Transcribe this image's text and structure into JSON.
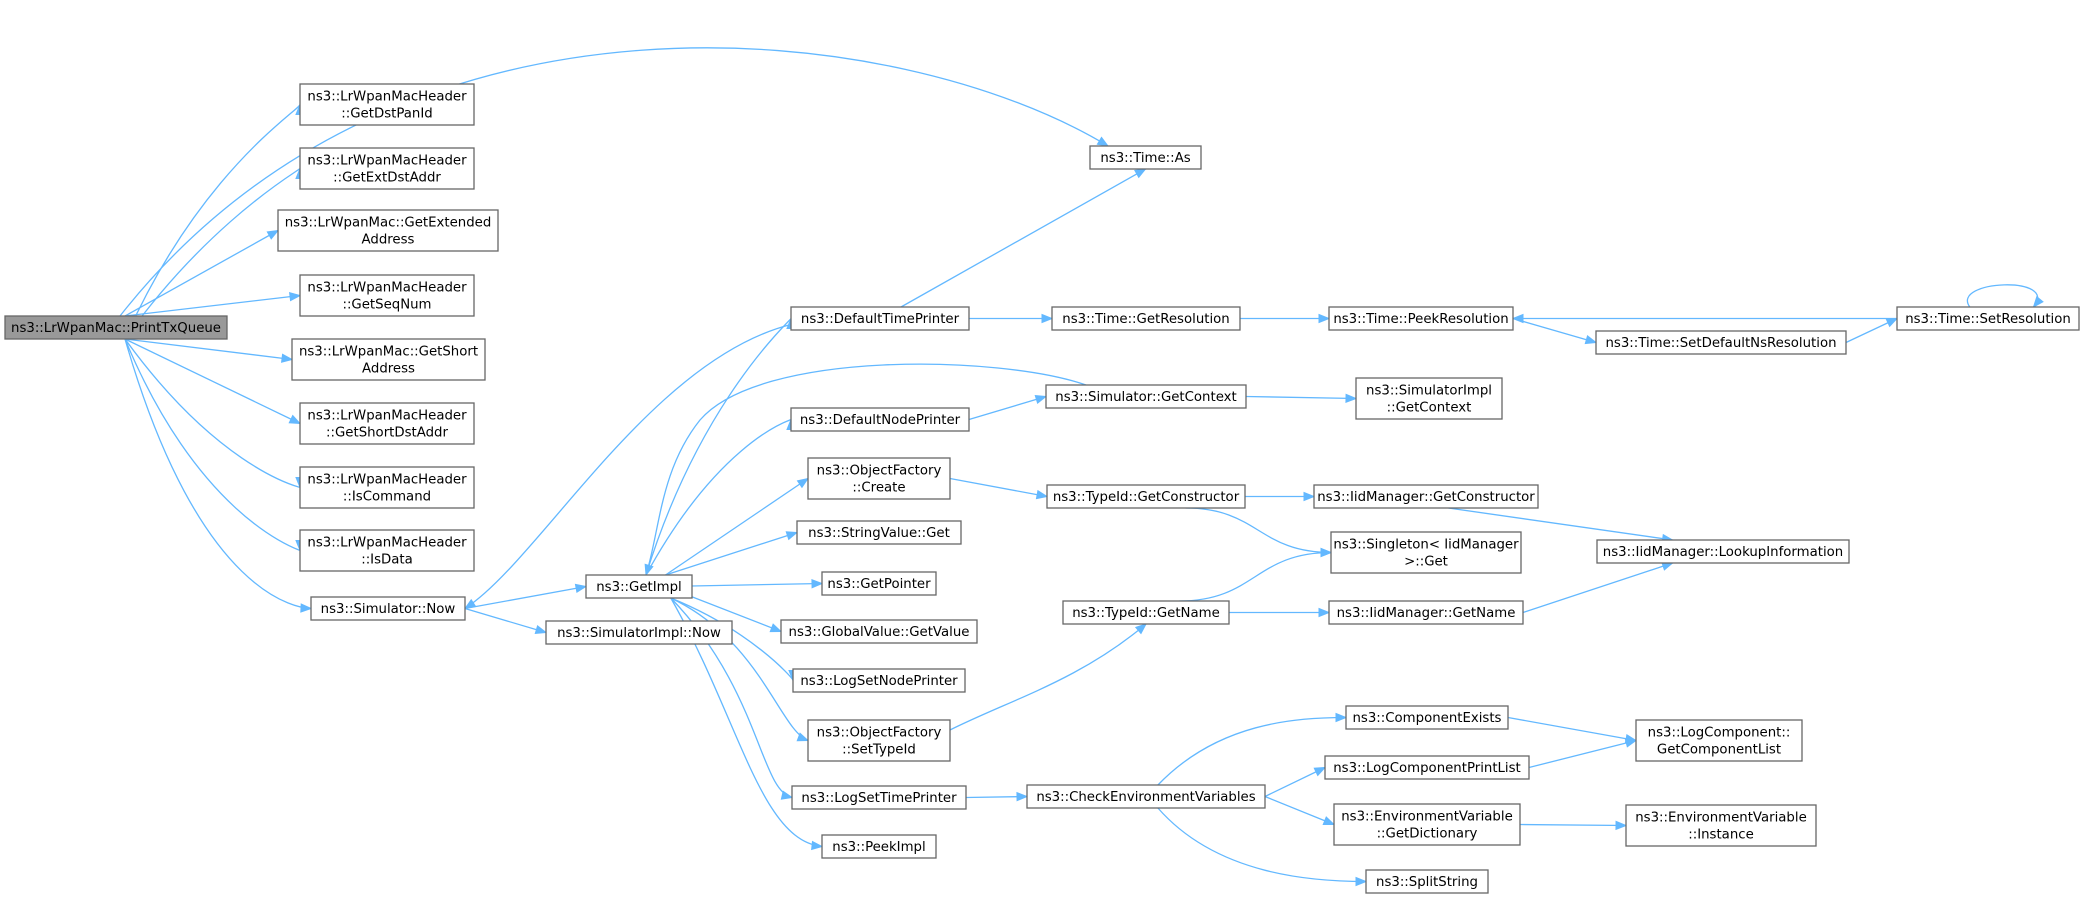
{
  "colors": {
    "edge": "#63b8ff",
    "root_fill": "#999999",
    "node_fill": "#ffffff",
    "node_border": "#666666",
    "text": "#000000"
  },
  "nodes": [
    {
      "id": "root",
      "lines": [
        "ns3::LrWpanMac::PrintTxQueue"
      ],
      "root": true
    },
    {
      "id": "getdstpanid",
      "lines": [
        "ns3::LrWpanMacHeader",
        "::GetDstPanId"
      ]
    },
    {
      "id": "getextdstaddr",
      "lines": [
        "ns3::LrWpanMacHeader",
        "::GetExtDstAddr"
      ]
    },
    {
      "id": "getextendedaddress",
      "lines": [
        "ns3::LrWpanMac::GetExtended",
        "Address"
      ]
    },
    {
      "id": "getseqnum",
      "lines": [
        "ns3::LrWpanMacHeader",
        "::GetSeqNum"
      ]
    },
    {
      "id": "getshortaddress",
      "lines": [
        "ns3::LrWpanMac::GetShort",
        "Address"
      ]
    },
    {
      "id": "getshortdstaddr",
      "lines": [
        "ns3::LrWpanMacHeader",
        "::GetShortDstAddr"
      ]
    },
    {
      "id": "iscommand",
      "lines": [
        "ns3::LrWpanMacHeader",
        "::IsCommand"
      ]
    },
    {
      "id": "isdata",
      "lines": [
        "ns3::LrWpanMacHeader",
        "::IsData"
      ]
    },
    {
      "id": "simnow",
      "lines": [
        "ns3::Simulator::Now"
      ]
    },
    {
      "id": "timeas",
      "lines": [
        "ns3::Time::As"
      ]
    },
    {
      "id": "getimpl",
      "lines": [
        "ns3::GetImpl"
      ]
    },
    {
      "id": "simimplnow",
      "lines": [
        "ns3::SimulatorImpl::Now"
      ]
    },
    {
      "id": "defaulttimeprinter",
      "lines": [
        "ns3::DefaultTimePrinter"
      ]
    },
    {
      "id": "defaultnodeprinter",
      "lines": [
        "ns3::DefaultNodePrinter"
      ]
    },
    {
      "id": "ofcreate",
      "lines": [
        "ns3::ObjectFactory",
        "::Create"
      ]
    },
    {
      "id": "stringvalueget",
      "lines": [
        "ns3::StringValue::Get"
      ]
    },
    {
      "id": "getpointer",
      "lines": [
        "ns3::GetPointer"
      ]
    },
    {
      "id": "globalvalueget",
      "lines": [
        "ns3::GlobalValue::GetValue"
      ]
    },
    {
      "id": "logsetnodeprinter",
      "lines": [
        "ns3::LogSetNodePrinter"
      ]
    },
    {
      "id": "ofsettypeid",
      "lines": [
        "ns3::ObjectFactory",
        "::SetTypeId"
      ]
    },
    {
      "id": "logsettimeprinter",
      "lines": [
        "ns3::LogSetTimePrinter"
      ]
    },
    {
      "id": "peekimpl",
      "lines": [
        "ns3::PeekImpl"
      ]
    },
    {
      "id": "timegetresolution",
      "lines": [
        "ns3::Time::GetResolution"
      ]
    },
    {
      "id": "simgetcontext",
      "lines": [
        "ns3::Simulator::GetContext"
      ]
    },
    {
      "id": "typeidgetconstructor",
      "lines": [
        "ns3::TypeId::GetConstructor"
      ]
    },
    {
      "id": "typeidgetname",
      "lines": [
        "ns3::TypeId::GetName"
      ]
    },
    {
      "id": "checkenv",
      "lines": [
        "ns3::CheckEnvironmentVariables"
      ]
    },
    {
      "id": "timepeekresolution",
      "lines": [
        "ns3::Time::PeekResolution"
      ]
    },
    {
      "id": "setdefaultns",
      "lines": [
        "ns3::Time::SetDefaultNsResolution"
      ]
    },
    {
      "id": "timesetresolution",
      "lines": [
        "ns3::Time::SetResolution"
      ]
    },
    {
      "id": "simimplgetcontext",
      "lines": [
        "ns3::SimulatorImpl",
        "::GetContext"
      ]
    },
    {
      "id": "iidgetconstructor",
      "lines": [
        "ns3::IidManager::GetConstructor"
      ]
    },
    {
      "id": "singletonget",
      "lines": [
        "ns3::Singleton< IidManager",
        " >::Get"
      ]
    },
    {
      "id": "iidgetname",
      "lines": [
        "ns3::IidManager::GetName"
      ]
    },
    {
      "id": "iidlookup",
      "lines": [
        "ns3::IidManager::LookupInformation"
      ]
    },
    {
      "id": "componentexists",
      "lines": [
        "ns3::ComponentExists"
      ]
    },
    {
      "id": "logcompprintlist",
      "lines": [
        "ns3::LogComponentPrintList"
      ]
    },
    {
      "id": "envgetdict",
      "lines": [
        "ns3::EnvironmentVariable",
        "::GetDictionary"
      ]
    },
    {
      "id": "splitstring",
      "lines": [
        "ns3::SplitString"
      ]
    },
    {
      "id": "logcompgetlist",
      "lines": [
        "ns3::LogComponent::",
        "GetComponentList"
      ]
    },
    {
      "id": "envinstance",
      "lines": [
        "ns3::EnvironmentVariable",
        "::Instance"
      ]
    }
  ],
  "edges": [
    [
      "root",
      "timeas"
    ],
    [
      "root",
      "getdstpanid"
    ],
    [
      "root",
      "getextdstaddr"
    ],
    [
      "root",
      "getextendedaddress"
    ],
    [
      "root",
      "getseqnum"
    ],
    [
      "root",
      "getshortaddress"
    ],
    [
      "root",
      "getshortdstaddr"
    ],
    [
      "root",
      "iscommand"
    ],
    [
      "root",
      "isdata"
    ],
    [
      "root",
      "simnow"
    ],
    [
      "simnow",
      "getimpl"
    ],
    [
      "simnow",
      "simimplnow"
    ],
    [
      "getimpl",
      "defaulttimeprinter"
    ],
    [
      "getimpl",
      "defaultnodeprinter"
    ],
    [
      "getimpl",
      "ofcreate"
    ],
    [
      "getimpl",
      "stringvalueget"
    ],
    [
      "getimpl",
      "getpointer"
    ],
    [
      "getimpl",
      "globalvalueget"
    ],
    [
      "getimpl",
      "logsetnodeprinter"
    ],
    [
      "getimpl",
      "ofsettypeid"
    ],
    [
      "getimpl",
      "logsettimeprinter"
    ],
    [
      "getimpl",
      "peekimpl"
    ],
    [
      "defaulttimeprinter",
      "simnow"
    ],
    [
      "defaulttimeprinter",
      "timeas"
    ],
    [
      "defaulttimeprinter",
      "timegetresolution"
    ],
    [
      "defaultnodeprinter",
      "simgetcontext"
    ],
    [
      "simgetcontext",
      "getimpl"
    ],
    [
      "simgetcontext",
      "simimplgetcontext"
    ],
    [
      "ofcreate",
      "typeidgetconstructor"
    ],
    [
      "ofsettypeid",
      "typeidgetname"
    ],
    [
      "logsettimeprinter",
      "checkenv"
    ],
    [
      "timegetresolution",
      "timepeekresolution"
    ],
    [
      "timepeekresolution",
      "setdefaultns"
    ],
    [
      "setdefaultns",
      "timesetresolution"
    ],
    [
      "timesetresolution",
      "timepeekresolution"
    ],
    [
      "timesetresolution",
      "timesetresolution"
    ],
    [
      "typeidgetconstructor",
      "iidgetconstructor"
    ],
    [
      "typeidgetconstructor",
      "singletonget"
    ],
    [
      "typeidgetname",
      "singletonget"
    ],
    [
      "typeidgetname",
      "iidgetname"
    ],
    [
      "iidgetconstructor",
      "iidlookup"
    ],
    [
      "iidgetname",
      "iidlookup"
    ],
    [
      "checkenv",
      "componentexists"
    ],
    [
      "checkenv",
      "logcompprintlist"
    ],
    [
      "checkenv",
      "envgetdict"
    ],
    [
      "checkenv",
      "splitstring"
    ],
    [
      "componentexists",
      "logcompgetlist"
    ],
    [
      "logcompprintlist",
      "logcompgetlist"
    ],
    [
      "envgetdict",
      "envinstance"
    ]
  ]
}
